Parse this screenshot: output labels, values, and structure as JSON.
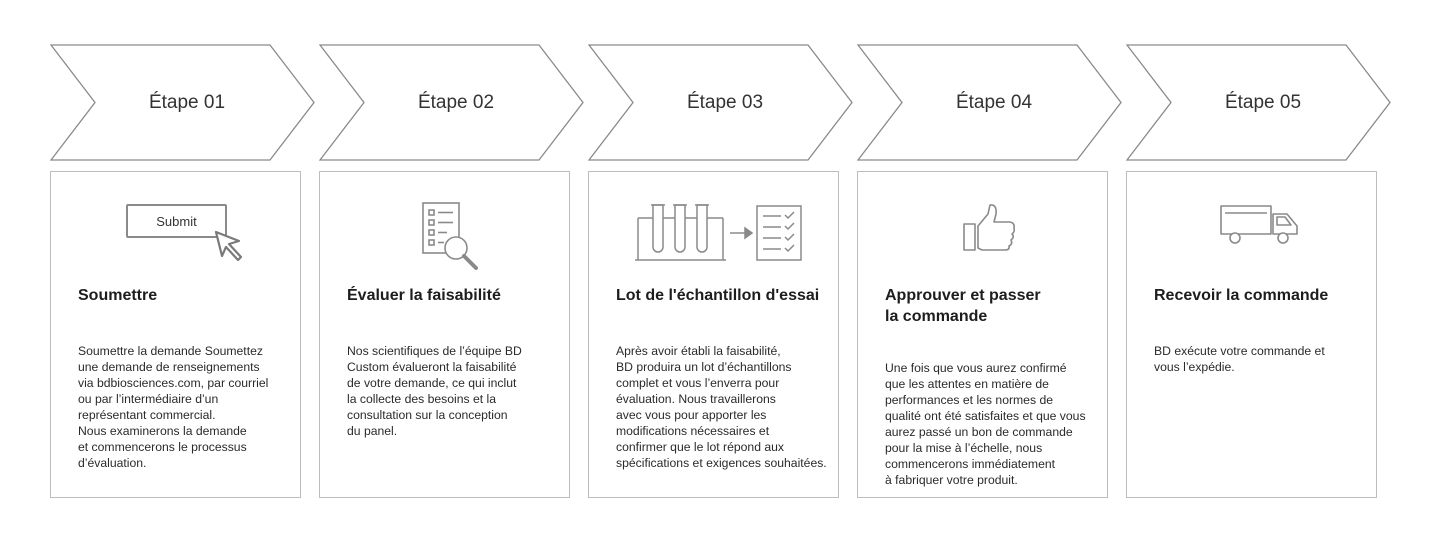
{
  "steps": [
    {
      "label": "Étape 01",
      "title": "Soumettre",
      "button": "Submit",
      "description": "Soumettre la demande Soumettez\nune demande de renseignements\n via bdbiosciences.com, par courriel\nou par l’intermédiaire d’un\nreprésentant commercial.\nNous examinerons la demande\net commencerons le processus\nd’évaluation."
    },
    {
      "label": "Étape 02",
      "title": "Évaluer la faisabilité",
      "description": "Nos scientifiques de l’équipe BD\nCustom évalueront la faisabilité\nde votre demande, ce qui inclut\nla collecte des besoins et la\nconsultation sur la conception\ndu panel."
    },
    {
      "label": "Étape 03",
      "title": "Lot de l'échantillon d'essai",
      "description": "Après avoir établi la faisabilité,\nBD produira un lot d’échantillons\ncomplet et vous l’enverra pour\névaluation. Nous travaillerons\navec vous pour apporter les\nmodifications nécessaires et\nconfirmer que le lot répond aux\nspécifications et exigences souhaitées."
    },
    {
      "label": "Étape 04",
      "title": "Approuver et passer\nla commande",
      "description": "Une fois que vous aurez confirmé\nque les attentes en matière de\nperformances et les normes de\nqualité ont été satisfaites et que vous\naurez passé un bon de commande\npour la mise à l’échelle, nous\ncommencerons immédiatement\nà fabriquer votre produit."
    },
    {
      "label": "Étape 05",
      "title": "Recevoir la commande",
      "description": "BD exécute votre commande et\nvous l’expédie."
    }
  ],
  "icons": [
    "cursor-click-icon",
    "checklist-magnifier-icon",
    "test-tubes-checklist-icon",
    "thumbs-up-icon",
    "delivery-truck-icon"
  ],
  "colors": {
    "stroke": "#8a8a8a",
    "border": "#bdbdbd",
    "text": "#222222"
  }
}
